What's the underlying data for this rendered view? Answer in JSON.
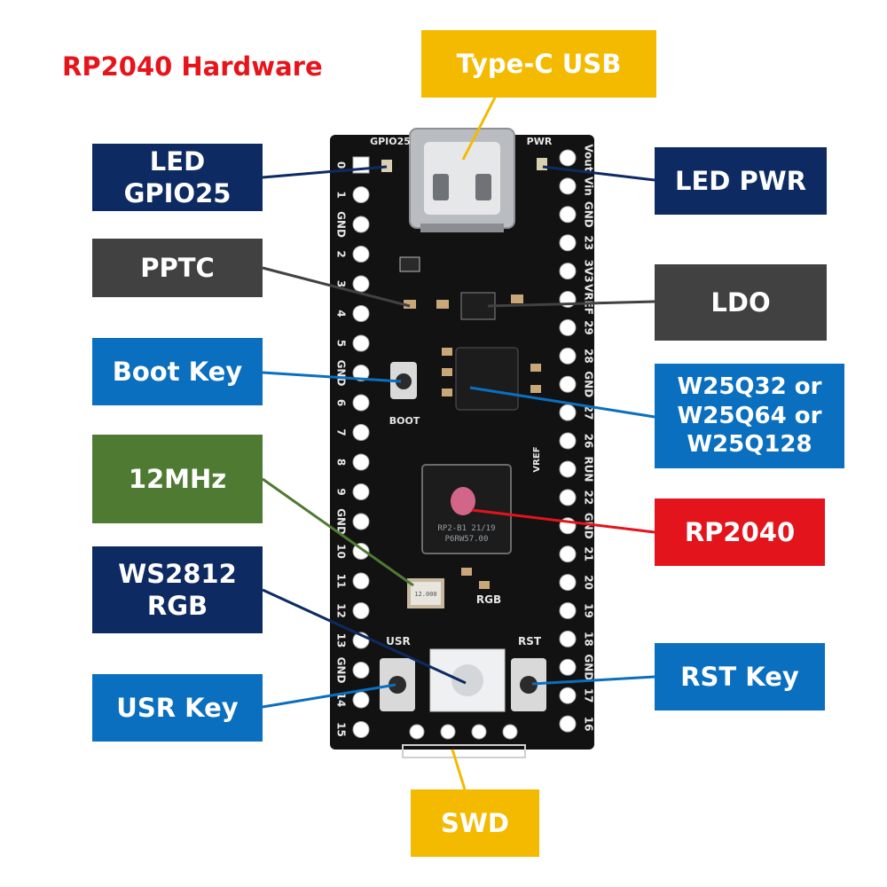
{
  "title": "RP2040 Hardware",
  "labels": {
    "type_c_usb": "Type-C USB",
    "led_gpio25": [
      "LED",
      "GPIO25"
    ],
    "led_pwr": "LED PWR",
    "pptc": "PPTC",
    "ldo": "LDO",
    "boot_key": "Boot Key",
    "flash": [
      "W25Q32 or",
      "W25Q64 or",
      "W25Q128"
    ],
    "mhz12": "12MHz",
    "rp2040": "RP2040",
    "ws2812": [
      "WS2812",
      "RGB"
    ],
    "usr_key": "USR Key",
    "rst_key": "RST Key",
    "swd": "SWD"
  },
  "silkscreen": {
    "gpio25": "GPIO25",
    "pwr": "PWR",
    "boot": "BOOT",
    "usr": "USR",
    "rst": "RST",
    "rgb": "RGB",
    "vref": "VREF",
    "chip_text": [
      "RP2-B1 21/19",
      "P6RW57.00"
    ],
    "crystal": "12.000",
    "left_pins": [
      "0",
      "1",
      "GND",
      "2",
      "3",
      "4",
      "5",
      "GND",
      "6",
      "7",
      "8",
      "9",
      "GND",
      "10",
      "11",
      "12",
      "13",
      "GND",
      "14",
      "15"
    ],
    "right_pins": [
      "Vout",
      "Vin",
      "GND",
      "23",
      "3V3",
      "VREF",
      "29",
      "28",
      "GND",
      "27",
      "26",
      "RUN",
      "22",
      "GND",
      "21",
      "20",
      "19",
      "18",
      "GND",
      "17",
      "16"
    ]
  },
  "colors": {
    "navy": "#0d2a63",
    "grey": "#414141",
    "blue": "#0a6fbf",
    "green": "#4e7a32",
    "red": "#e3141b",
    "gold": "#f4ba00",
    "board": "#121212"
  }
}
